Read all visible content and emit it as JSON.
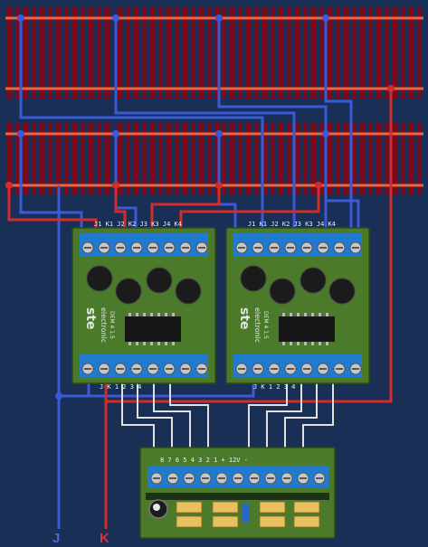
{
  "colors": {
    "background": "#1a2f55",
    "rail": "#f0643c",
    "sleeper": "#7a0a1c",
    "wire_blue": "#3a5ad8",
    "wire_red": "#d42b2b",
    "wire_white": "#e2e2e2",
    "pcb": "#4a7a2a",
    "terminal": "#1f7ad0"
  },
  "decoder_left": {
    "top_pins": "J1 K1 J2 K2 J3 K3 J4 K4",
    "bottom_pins": "J K 1 2 3 4",
    "brand_big": "ste",
    "brand_small": "electronic",
    "model": "DEM 4 1.5"
  },
  "decoder_right": {
    "top_pins": "J1 K1 J2 K2 J3 K3 J4 K4",
    "bottom_pins": "J K 1 2 3 4",
    "brand_big": "ste",
    "brand_small": "electronic",
    "model": "DEM 4 1.5"
  },
  "lower_board": {
    "top_pins": "8 7 6 5 4 3 2 1 + 12V -"
  },
  "bus_labels": {
    "j": "J",
    "k": "K"
  }
}
